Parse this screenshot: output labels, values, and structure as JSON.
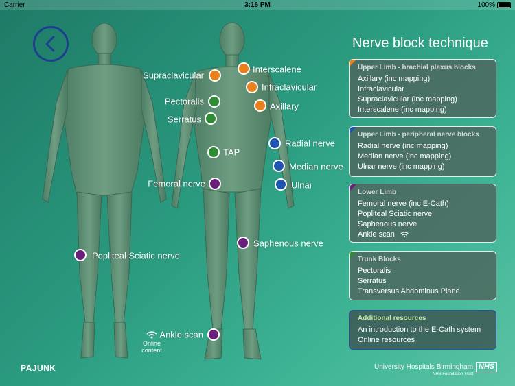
{
  "status_bar": {
    "carrier": "Carrier",
    "time": "3:16 PM",
    "battery": "100%"
  },
  "panel": {
    "title": "Nerve block technique"
  },
  "markers": [
    {
      "label": "Supraclavicular",
      "color": "orange"
    },
    {
      "label": "Interscalene",
      "color": "orange"
    },
    {
      "label": "Infraclavicular",
      "color": "orange"
    },
    {
      "label": "Pectoralis",
      "color": "green"
    },
    {
      "label": "Axillary",
      "color": "orange"
    },
    {
      "label": "Serratus",
      "color": "green"
    },
    {
      "label": "Radial nerve",
      "color": "blue"
    },
    {
      "label": "TAP",
      "color": "green"
    },
    {
      "label": "Median nerve",
      "color": "blue"
    },
    {
      "label": "Femoral nerve",
      "color": "purple"
    },
    {
      "label": "Ulnar",
      "color": "blue"
    },
    {
      "label": "Saphenous nerve",
      "color": "purple"
    },
    {
      "label": "Popliteal Sciatic nerve",
      "color": "purple"
    },
    {
      "label": "Ankle scan",
      "color": "purple"
    }
  ],
  "online_content": {
    "line1": "Online",
    "line2": "content"
  },
  "cards": [
    {
      "header": "Upper Limb - brachial plexus blocks",
      "corner_color": "#e8801c",
      "items": [
        "Axillary (inc mapping)",
        "Infraclavicular",
        "Supraclavicular (inc mapping)",
        "Interscalene (inc mapping)"
      ]
    },
    {
      "header": "Upper Limb - peripheral nerve blocks",
      "corner_color": "#1f55b0",
      "items": [
        "Radial nerve (inc mapping)",
        "Median nerve (inc mapping)",
        "Ulnar nerve (inc mapping)"
      ]
    },
    {
      "header": "Lower Limb",
      "corner_color": "#6a1f7a",
      "items": [
        "Femoral nerve (inc E-Cath)",
        "Popliteal Sciatic nerve",
        "Saphenous nerve",
        "Ankle scan"
      ]
    },
    {
      "header": "Trunk Blocks",
      "corner_color": "#2f8c35",
      "items": [
        "Pectoralis",
        "Serratus",
        "Transversus Abdominus Plane"
      ]
    },
    {
      "header": "Additional resources",
      "items": [
        "An introduction to the E-Cath system",
        "Online resources"
      ]
    }
  ],
  "footer": {
    "left_brand": "PAJUNK",
    "hospital": "University Hospitals Birmingham",
    "nhs": "NHS",
    "trust": "NHS Foundation Trust"
  },
  "colors": {
    "orange": "#e8801c",
    "green": "#2f8c35",
    "blue": "#1f55b0",
    "purple": "#6a1f7a"
  }
}
